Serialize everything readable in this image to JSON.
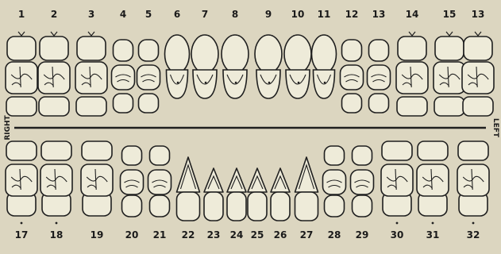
{
  "chart": {
    "side_right": "RIGHT",
    "side_left": "LEFT",
    "upper_teeth": [
      {
        "number": "1",
        "type": "molar",
        "root_mark": true
      },
      {
        "number": "2",
        "type": "molar",
        "root_mark": true
      },
      {
        "number": "3",
        "type": "molar",
        "root_mark": true
      },
      {
        "number": "4",
        "type": "premolar",
        "root_mark": false
      },
      {
        "number": "5",
        "type": "premolar",
        "root_mark": false
      },
      {
        "number": "6",
        "type": "canine",
        "root_mark": false
      },
      {
        "number": "7",
        "type": "incisor",
        "root_mark": false
      },
      {
        "number": "8",
        "type": "incisor",
        "root_mark": false
      },
      {
        "number": "9",
        "type": "incisor",
        "root_mark": false
      },
      {
        "number": "10",
        "type": "incisor",
        "root_mark": false
      },
      {
        "number": "11",
        "type": "canine",
        "root_mark": false
      },
      {
        "number": "12",
        "type": "premolar",
        "root_mark": false
      },
      {
        "number": "13",
        "type": "premolar",
        "root_mark": false
      },
      {
        "number": "14",
        "type": "molar",
        "root_mark": true
      },
      {
        "number": "15",
        "type": "molar",
        "root_mark": true
      },
      {
        "number": "13",
        "type": "molar",
        "root_mark": true
      }
    ],
    "lower_teeth": [
      {
        "number": "17",
        "type": "molar",
        "root_mark": true
      },
      {
        "number": "18",
        "type": "molar",
        "root_mark": true
      },
      {
        "number": "19",
        "type": "molar",
        "root_mark": false
      },
      {
        "number": "20",
        "type": "premolar",
        "root_mark": false
      },
      {
        "number": "21",
        "type": "premolar",
        "root_mark": false
      },
      {
        "number": "22",
        "type": "canine",
        "root_mark": false
      },
      {
        "number": "23",
        "type": "incisor",
        "root_mark": false
      },
      {
        "number": "24",
        "type": "incisor",
        "root_mark": false
      },
      {
        "number": "25",
        "type": "incisor",
        "root_mark": false
      },
      {
        "number": "26",
        "type": "incisor",
        "root_mark": false
      },
      {
        "number": "27",
        "type": "canine",
        "root_mark": false
      },
      {
        "number": "28",
        "type": "premolar",
        "root_mark": false
      },
      {
        "number": "29",
        "type": "premolar",
        "root_mark": false
      },
      {
        "number": "30",
        "type": "molar",
        "root_mark": true
      },
      {
        "number": "31",
        "type": "molar",
        "root_mark": true
      },
      {
        "number": "32",
        "type": "molar",
        "root_mark": true
      }
    ]
  }
}
